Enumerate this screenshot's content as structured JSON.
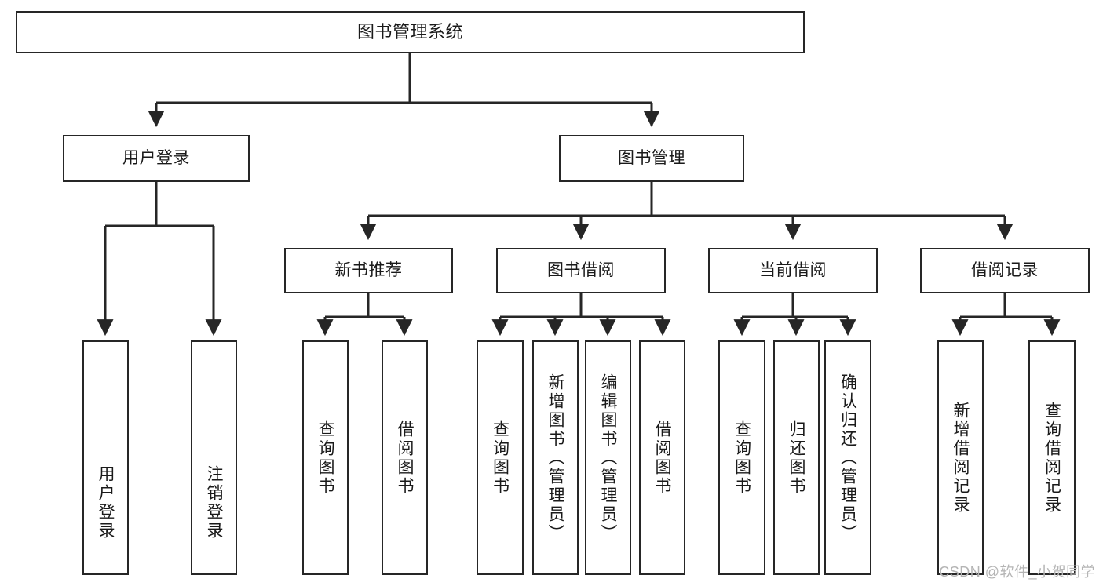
{
  "diagram": {
    "type": "tree",
    "title": "图书管理系统",
    "orientation": "top-down",
    "colors": {
      "box_border": "#262626",
      "box_fill": "#ffffff",
      "connector": "#262626",
      "text": "#1a1a1a",
      "watermark": "#b4b4b4",
      "background": "#ffffff"
    },
    "levels": 4,
    "root": {
      "id": "root",
      "label": "图书管理系统"
    },
    "level2": [
      {
        "id": "user-login",
        "label": "用户登录"
      },
      {
        "id": "book-manage",
        "label": "图书管理"
      }
    ],
    "level3": [
      {
        "id": "new-book-rec",
        "label": "新书推荐",
        "parent": "book-manage"
      },
      {
        "id": "book-borrow",
        "label": "图书借阅",
        "parent": "book-manage"
      },
      {
        "id": "current-borrow",
        "label": "当前借阅",
        "parent": "book-manage"
      },
      {
        "id": "borrow-record",
        "label": "借阅记录",
        "parent": "book-manage"
      }
    ],
    "leaves": {
      "user-login": [
        {
          "id": "leaf-user-login",
          "label": "用户登录"
        },
        {
          "id": "leaf-logout-login",
          "label": "注销登录"
        }
      ],
      "new-book-rec": [
        {
          "id": "leaf-query-book-1",
          "label": "查询图书"
        },
        {
          "id": "leaf-borrow-book-1",
          "label": "借阅图书"
        }
      ],
      "book-borrow": [
        {
          "id": "leaf-query-book-2",
          "label": "查询图书"
        },
        {
          "id": "leaf-add-book",
          "label": "新增图书（管理员）"
        },
        {
          "id": "leaf-edit-book",
          "label": "编辑图书（管理员）"
        },
        {
          "id": "leaf-borrow-book-2",
          "label": "借阅图书"
        }
      ],
      "current-borrow": [
        {
          "id": "leaf-query-book-3",
          "label": "查询图书"
        },
        {
          "id": "leaf-return-book",
          "label": "归还图书"
        },
        {
          "id": "leaf-confirm-return",
          "label": "确认归还（管理员）"
        }
      ],
      "borrow-record": [
        {
          "id": "leaf-add-record",
          "label": "新增借阅记录"
        },
        {
          "id": "leaf-query-record",
          "label": "查询借阅记录"
        }
      ]
    }
  },
  "watermark": {
    "text": "CSDN @软件_小贺同学"
  }
}
